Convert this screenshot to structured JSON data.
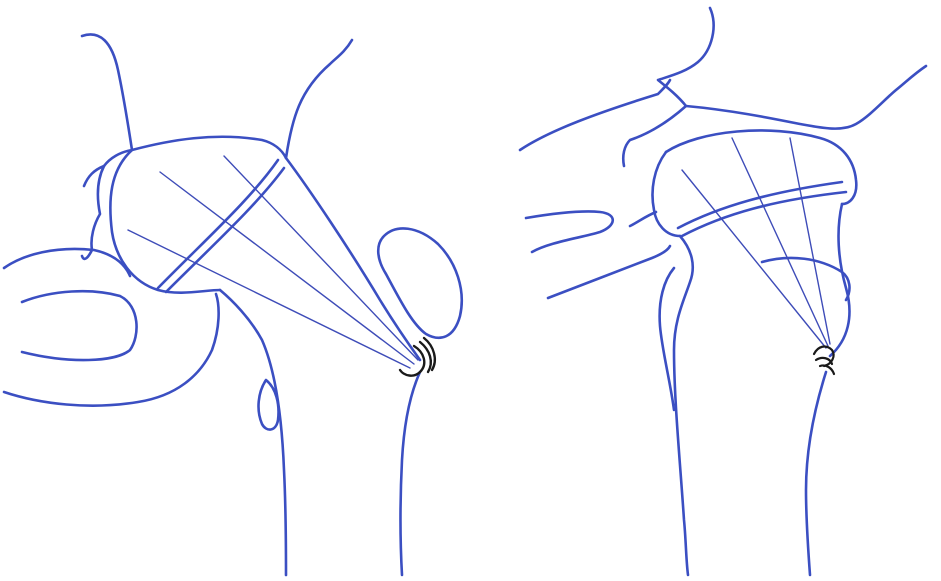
{
  "figure": {
    "panels": [
      {
        "view": "anteroposterior-hip-sketch",
        "guide_wire_count": 3
      },
      {
        "view": "lateral-hip-sketch",
        "guide_wire_count": 3
      }
    ]
  },
  "colors": {
    "outline": "#3b4fc2",
    "guide_wire": "#3e4cb8",
    "screw_tip": "#1a1a1a",
    "background": "#ffffff"
  },
  "icons": {
    "screw_cluster": "screw-tips-icon"
  }
}
